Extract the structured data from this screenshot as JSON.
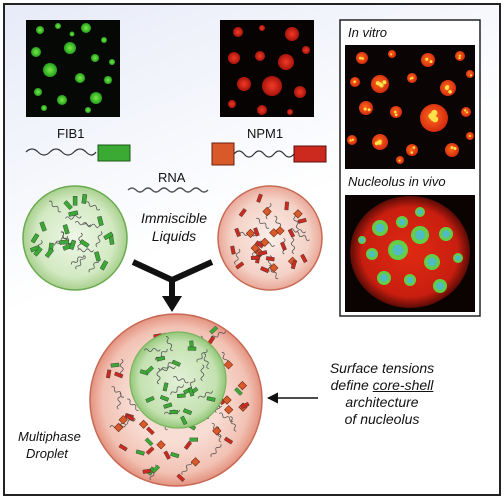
{
  "proteins": {
    "fib1": {
      "label": "FIB1",
      "color": "#3aaa35"
    },
    "npm1": {
      "label": "NPM1",
      "color": "#cc2a1e"
    }
  },
  "rna_label": "RNA",
  "immiscible_label": [
    "Immiscible",
    "Liquids"
  ],
  "panels": {
    "in_vitro": "In vitro",
    "in_vivo": "Nucleolus in vivo"
  },
  "annotation": {
    "line1": "Surface tensions",
    "line2_prefix": "define ",
    "line2_underlined": "core-shell",
    "line3": "architecture",
    "line4": "of nucleolus"
  },
  "droplet_label": [
    "Multiphase",
    "Droplet"
  ],
  "colors": {
    "fib_green": "#3aaa35",
    "npm_red": "#cc2a1e",
    "npm_orange": "#d8592a",
    "shell_pink": "#f3c3b6",
    "core_green": "#b7d9a2",
    "frame_gradient_top": "#eef1fb",
    "frame_gradient_bottom": "#ffffff"
  }
}
